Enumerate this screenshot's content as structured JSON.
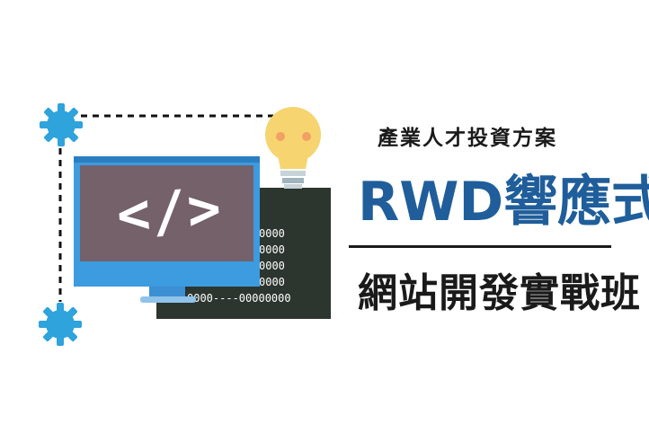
{
  "banner": {
    "subtitle": "產業人才投資方案",
    "title": "RWD響應式",
    "title2": "網站開發實戰班"
  },
  "illustration": {
    "code_tag": "</>",
    "code_lines": [
      "0000",
      "0000",
      "0000",
      "0000",
      "0000----00000000"
    ]
  },
  "colors": {
    "title_blue": "#1f5e9a",
    "gear_blue": "#2ea3dc",
    "monitor_blue": "#3d9be0",
    "screen_mauve": "#74616a",
    "panel_dark": "#2c352e",
    "bulb_yellow": "#f6d46f",
    "bulb_eye": "#f2a064"
  }
}
